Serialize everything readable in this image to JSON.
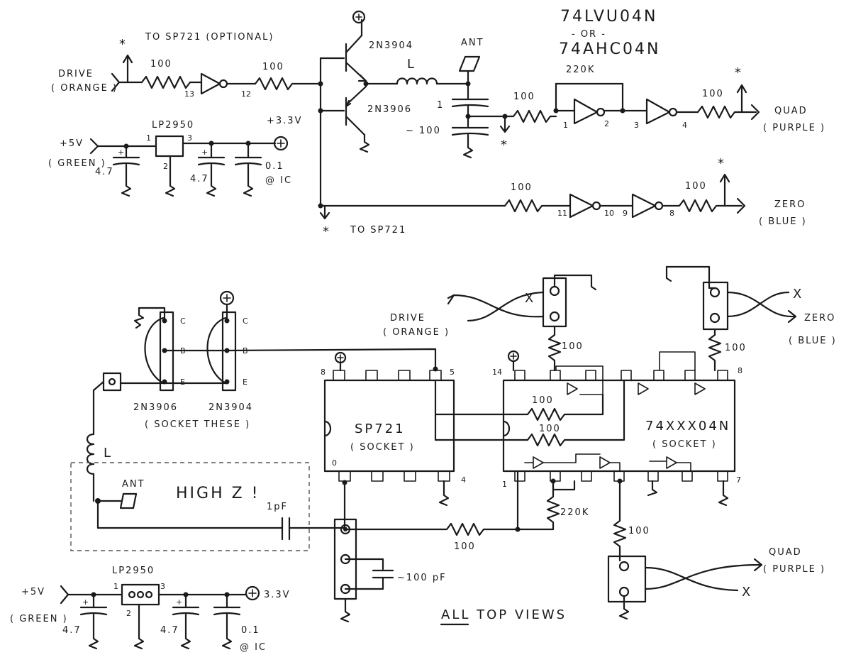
{
  "top": {
    "drive_label": "DRIVE",
    "drive_color": "( ORANGE )",
    "to_sp721_optional": "TO SP721 (OPTIONAL)",
    "r_100_a": "100",
    "r_100_b": "100",
    "pin_13": "13",
    "pin_12": "12",
    "q_upper": "2N3904",
    "q_lower": "2N3906",
    "ind_label": "L",
    "ant_label": "ANT",
    "cap_1": "1",
    "cap_100": "~ 100",
    "ic_name": "74LVU04N",
    "ic_or": "- OR -",
    "ic_alt": "74AHC04N",
    "r_220k": "220K",
    "r_100_c": "100",
    "r_100_d": "100",
    "pin_1": "1",
    "pin_2": "2",
    "pin_3": "3",
    "pin_4": "4",
    "quad_label": "QUAD",
    "quad_color": "( PURPLE )",
    "reg_label": "LP2950",
    "supply_5v": "+5V",
    "supply_5v_color": "( GREEN )",
    "reg_pin_1": "1",
    "reg_pin_2": "2",
    "reg_pin_3": "3",
    "cap_47_a": "4.7",
    "cap_47_b": "4.7",
    "cap_01": "0.1",
    "cap_01_at": "@ IC",
    "supply_33v": "+3.3V",
    "r_100_e": "100",
    "r_100_f": "100",
    "pin_11": "11",
    "pin_10": "10",
    "pin_9": "9",
    "pin_8": "8",
    "zero_label": "ZERO",
    "zero_color": "( BLUE )",
    "to_sp721": "TO SP721"
  },
  "bottom": {
    "q1_name": "2N3906",
    "q2_name": "2N3904",
    "socket_note": "( SOCKET THESE )",
    "pin_c": "C",
    "pin_b": "B",
    "pin_e": "E",
    "ind_label": "L",
    "ant_label": "ANT",
    "high_z": "HIGH Z !",
    "cap_1pf": "1pF",
    "sp721_name": "SP721",
    "sp721_socket": "( SOCKET )",
    "sp721_pin_8": "8",
    "sp721_pin_5": "5",
    "sp721_pin_4": "4",
    "sp721_pin_0": "0",
    "drive_label": "DRIVE",
    "drive_color": "( ORANGE )",
    "zero_label": "ZERO",
    "zero_color": "( BLUE )",
    "x_mark": "X",
    "r_100_drive": "100",
    "r_100_zero": "100",
    "r_100_mid1": "100",
    "r_100_mid2": "100",
    "r_100_low": "100",
    "r_100_quad": "100",
    "r_220k": "220K",
    "ic_name": "74XXX04N",
    "ic_socket": "( SOCKET )",
    "ic_pin_14": "14",
    "ic_pin_8": "8",
    "ic_pin_1": "1",
    "ic_pin_7": "7",
    "cap_100pf": "~100 pF",
    "quad_label": "QUAD",
    "quad_color": "( PURPLE )",
    "reg_label": "LP2950",
    "supply_5v": "+5V",
    "supply_5v_color": "( GREEN )",
    "reg_pin_1": "1",
    "reg_pin_2": "2",
    "reg_pin_3": "3",
    "cap_47_a": "4.7",
    "cap_47_b": "4.7",
    "cap_01": "0.1",
    "cap_01_at": "@ IC",
    "supply_33v": "3.3V",
    "all_top_views": "ALL TOP VIEWS"
  }
}
